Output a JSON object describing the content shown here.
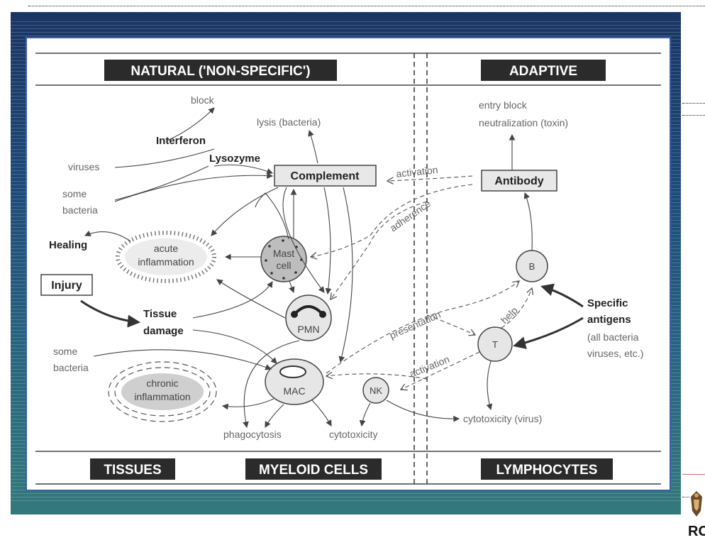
{
  "headers": {
    "natural": "NATURAL ('NON-SPECIFIC')",
    "adaptive": "ADAPTIVE",
    "tissues": "TISSUES",
    "myeloid": "MYELOID CELLS",
    "lymphocytes": "LYMPHOCYTES"
  },
  "nodes": {
    "complement": "Complement",
    "antibody": "Antibody",
    "injury": "Injury",
    "acute_1": "acute",
    "acute_2": "inflammation",
    "chronic_1": "chronic",
    "chronic_2": "inflammation",
    "mast_1": "Mast",
    "mast_2": "cell",
    "pmn": "PMN",
    "mac": "MAC",
    "nk": "NK",
    "b": "B",
    "t": "T"
  },
  "labels": {
    "block": "block",
    "lysis": "lysis (bacteria)",
    "interferon": "Interferon",
    "lysozyme": "Lysozyme",
    "viruses": "viruses",
    "some_bacteria_1a": "some",
    "some_bacteria_1b": "bacteria",
    "healing": "Healing",
    "tissue_damage_1": "Tissue",
    "tissue_damage_2": "damage",
    "some_bacteria_2a": "some",
    "some_bacteria_2b": "bacteria",
    "phagocytosis": "phagocytosis",
    "cytotoxicity": "cytotoxicity",
    "cytotoxicity_virus": "cytotoxicity (virus)",
    "entry_block": "entry block",
    "neutralization": "neutralization (toxin)",
    "activation_top": "activation",
    "adherence": "adherence",
    "presentation": "presentation",
    "help": "help",
    "activation_bottom": "activation",
    "specific_1": "Specific",
    "specific_2": "antigens",
    "all_1": "(all bacteria",
    "all_2": "viruses, etc.)"
  },
  "logo": {
    "text": "RO"
  }
}
